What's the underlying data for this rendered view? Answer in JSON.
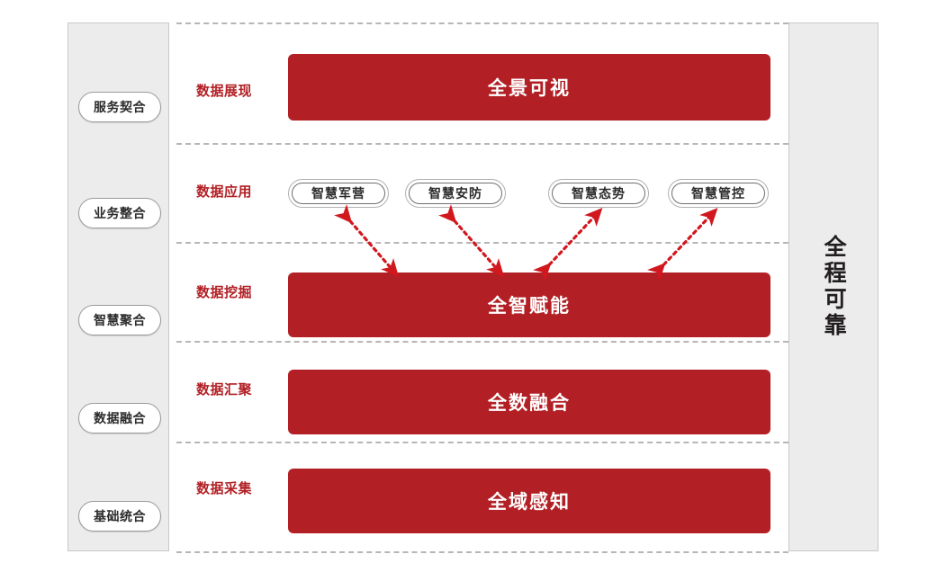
{
  "diagram": {
    "title_vertical_right": "全程可靠",
    "accent_color": "#b22025",
    "panel_bg_color": "#ececec",
    "divider_color": "#b6b6b6",
    "left_capabilities": [
      {
        "label": "服务契合"
      },
      {
        "label": "业务整合"
      },
      {
        "label": "智慧聚合"
      },
      {
        "label": "数据融合"
      },
      {
        "label": "基础统合"
      }
    ],
    "layers": [
      {
        "stage_label": "数据展现",
        "bar_label": "全景可视"
      },
      {
        "stage_label": "数据应用",
        "bar_label": ""
      },
      {
        "stage_label": "数据挖掘",
        "bar_label": "全智赋能"
      },
      {
        "stage_label": "数据汇聚",
        "bar_label": "全数融合"
      },
      {
        "stage_label": "数据采集",
        "bar_label": "全域感知"
      }
    ],
    "applications": [
      {
        "label": "智慧军营"
      },
      {
        "label": "智慧安防"
      },
      {
        "label": "智慧态势"
      },
      {
        "label": "智慧管控"
      }
    ],
    "connectors": [
      {
        "from": "智慧军营",
        "to": "全智赋能",
        "style": "dotted-double-arrow",
        "color": "#d0181e"
      },
      {
        "from": "智慧安防",
        "to": "全智赋能",
        "style": "dotted-double-arrow",
        "color": "#d0181e"
      },
      {
        "from": "全智赋能",
        "to": "智慧态势",
        "style": "dotted-double-arrow",
        "color": "#d0181e"
      },
      {
        "from": "全智赋能",
        "to": "智慧管控",
        "style": "dotted-double-arrow",
        "color": "#d0181e"
      }
    ]
  }
}
